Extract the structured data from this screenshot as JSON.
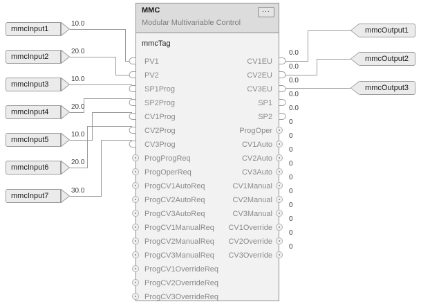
{
  "block": {
    "title": "MMC",
    "subtitle": "Modular Multivariable Control",
    "tag": "mmcTag",
    "ellipsis_label": "...",
    "header_color": "#dcdcdc",
    "body_color": "#f2f2f2",
    "border_color": "#8c8c8c",
    "label_color": "#8a8a8a"
  },
  "inputs": [
    {
      "name": "mmcInput1",
      "value": "10.0"
    },
    {
      "name": "mmcInput2",
      "value": "20.0"
    },
    {
      "name": "mmcInput3",
      "value": "10.0"
    },
    {
      "name": "mmcInput4",
      "value": "20.0"
    },
    {
      "name": "mmcInput5",
      "value": "10.0"
    },
    {
      "name": "mmcInput6",
      "value": "20.0"
    },
    {
      "name": "mmcInput7",
      "value": "30.0"
    }
  ],
  "outputs": [
    {
      "name": "mmcOutput1"
    },
    {
      "name": "mmcOutput2"
    },
    {
      "name": "mmcOutput3"
    }
  ],
  "left_pins": [
    {
      "label": "PV1",
      "type": "analog"
    },
    {
      "label": "PV2",
      "type": "analog"
    },
    {
      "label": "SP1Prog",
      "type": "analog"
    },
    {
      "label": "SP2Prog",
      "type": "analog"
    },
    {
      "label": "CV1Prog",
      "type": "analog"
    },
    {
      "label": "CV2Prog",
      "type": "analog"
    },
    {
      "label": "CV3Prog",
      "type": "analog"
    },
    {
      "label": "ProgProgReq",
      "type": "bool"
    },
    {
      "label": "ProgOperReq",
      "type": "bool"
    },
    {
      "label": "ProgCV1AutoReq",
      "type": "bool"
    },
    {
      "label": "ProgCV2AutoReq",
      "type": "bool"
    },
    {
      "label": "ProgCV3AutoReq",
      "type": "bool"
    },
    {
      "label": "ProgCV1ManualReq",
      "type": "bool"
    },
    {
      "label": "ProgCV2ManualReq",
      "type": "bool"
    },
    {
      "label": "ProgCV3ManualReq",
      "type": "bool"
    },
    {
      "label": "ProgCV1OverrideReq",
      "type": "bool"
    },
    {
      "label": "ProgCV2OverrideReq",
      "type": "bool"
    },
    {
      "label": "ProgCV3OverrideReq",
      "type": "bool"
    }
  ],
  "right_pins": [
    {
      "label": "CV1EU",
      "type": "analog",
      "value": "0.0"
    },
    {
      "label": "CV2EU",
      "type": "analog",
      "value": "0.0"
    },
    {
      "label": "CV3EU",
      "type": "analog",
      "value": "0.0"
    },
    {
      "label": "SP1",
      "type": "analog",
      "value": "0.0"
    },
    {
      "label": "SP2",
      "type": "analog",
      "value": "0.0"
    },
    {
      "label": "ProgOper",
      "type": "bool",
      "value": "0"
    },
    {
      "label": "CV1Auto",
      "type": "bool",
      "value": "0"
    },
    {
      "label": "CV2Auto",
      "type": "bool",
      "value": "0"
    },
    {
      "label": "CV3Auto",
      "type": "bool",
      "value": "0"
    },
    {
      "label": "CV1Manual",
      "type": "bool",
      "value": "0"
    },
    {
      "label": "CV2Manual",
      "type": "bool",
      "value": "0"
    },
    {
      "label": "CV3Manual",
      "type": "bool",
      "value": "0"
    },
    {
      "label": "CV1Override",
      "type": "bool",
      "value": "0"
    },
    {
      "label": "CV2Override",
      "type": "bool",
      "value": "0"
    },
    {
      "label": "CV3Override",
      "type": "bool",
      "value": "0"
    }
  ],
  "wires": {
    "input_connections": [
      {
        "from": "mmcInput1",
        "to": "PV1"
      },
      {
        "from": "mmcInput2",
        "to": "PV2"
      },
      {
        "from": "mmcInput3",
        "to": "SP1Prog"
      },
      {
        "from": "mmcInput4",
        "to": "SP2Prog"
      },
      {
        "from": "mmcInput5",
        "to": "CV1Prog"
      },
      {
        "from": "mmcInput6",
        "to": "CV2Prog"
      },
      {
        "from": "mmcInput7",
        "to": "CV3Prog"
      }
    ],
    "output_connections": [
      {
        "from": "CV1EU",
        "to": "mmcOutput1"
      },
      {
        "from": "CV2EU",
        "to": "mmcOutput2"
      },
      {
        "from": "CV3EU",
        "to": "mmcOutput3"
      }
    ],
    "color": "#999999"
  }
}
